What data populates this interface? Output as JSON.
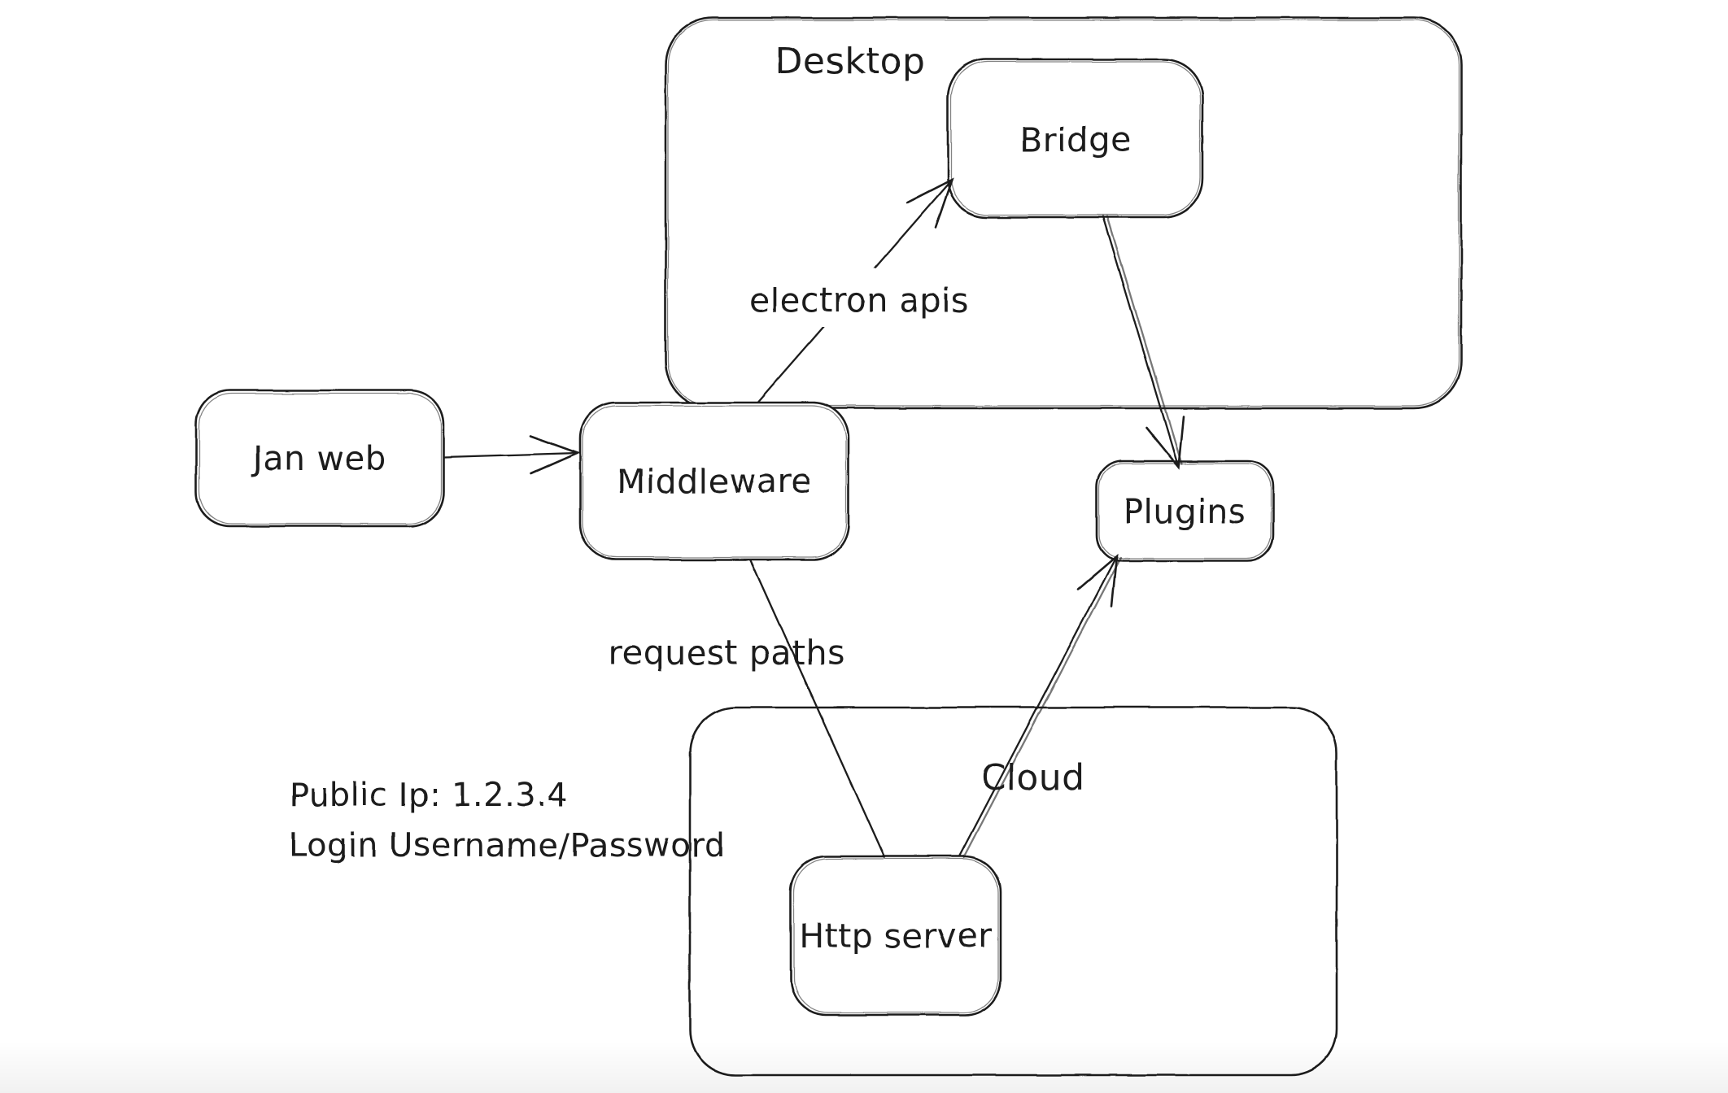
{
  "diagram": {
    "background_color": "#ffffff",
    "stroke_color": "#1e1e1e",
    "style": "hand-drawn whiteboard sketch",
    "containers": [
      {
        "id": "desktop",
        "label": "Desktop"
      },
      {
        "id": "cloud",
        "label": "Cloud"
      }
    ],
    "nodes": [
      {
        "id": "jan-web",
        "label": "Jan web",
        "parent": null
      },
      {
        "id": "middleware",
        "label": "Middleware",
        "parent": null
      },
      {
        "id": "bridge",
        "label": "Bridge",
        "parent": "desktop"
      },
      {
        "id": "plugins",
        "label": "Plugins",
        "parent": null
      },
      {
        "id": "http-server",
        "label": "Http server",
        "parent": "cloud"
      }
    ],
    "edges": [
      {
        "id": "jan-web-to-middleware",
        "from": "Jan web",
        "to": "Middleware",
        "label": "",
        "arrowhead": "open",
        "direction": "to"
      },
      {
        "id": "middleware-to-bridge",
        "from": "Middleware",
        "to": "Bridge",
        "label": "electron apis",
        "arrowhead": "open",
        "direction": "to"
      },
      {
        "id": "bridge-to-plugins",
        "from": "Bridge",
        "to": "Plugins",
        "label": "",
        "arrowhead": "open",
        "direction": "to"
      },
      {
        "id": "middleware-to-http-server",
        "from": "Middleware",
        "to": "Http server",
        "label": "request paths",
        "arrowhead": "none",
        "direction": "none"
      },
      {
        "id": "http-server-to-plugins",
        "from": "Http server",
        "to": "Plugins",
        "label": "",
        "arrowhead": "open",
        "direction": "to"
      }
    ],
    "annotations": [
      {
        "id": "public-ip",
        "text": "Public Ip: 1.2.3.4"
      },
      {
        "id": "login",
        "text": "Login Username/Password"
      }
    ]
  }
}
